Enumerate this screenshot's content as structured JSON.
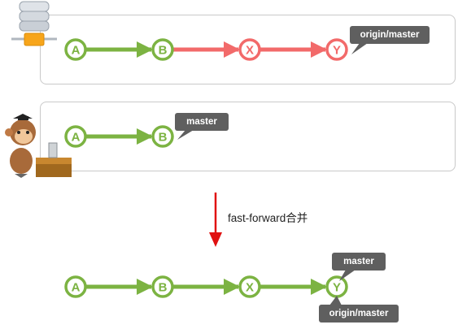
{
  "remote": {
    "commits": [
      {
        "label": "A",
        "status": "normal"
      },
      {
        "label": "B",
        "status": "normal"
      },
      {
        "label": "X",
        "status": "new"
      },
      {
        "label": "Y",
        "status": "new"
      }
    ],
    "tag": "origin/master",
    "icon": "server-database-icon"
  },
  "local": {
    "commits": [
      {
        "label": "A",
        "status": "normal"
      },
      {
        "label": "B",
        "status": "normal"
      }
    ],
    "tag": "master",
    "icon": "monkey-developer-icon"
  },
  "merge": {
    "caption": "fast-forward合并",
    "arrow_color": "#e01010"
  },
  "result": {
    "commits": [
      {
        "label": "A",
        "status": "normal"
      },
      {
        "label": "B",
        "status": "normal"
      },
      {
        "label": "X",
        "status": "normal"
      },
      {
        "label": "Y",
        "status": "normal"
      }
    ],
    "tag_top": "master",
    "tag_bottom": "origin/master"
  },
  "colors": {
    "green": "#7cb342",
    "green_dark": "#6aa02e",
    "red": "#f26a6a",
    "tag_bg": "#5f5f5f",
    "panel_border": "#c9c9c9"
  }
}
